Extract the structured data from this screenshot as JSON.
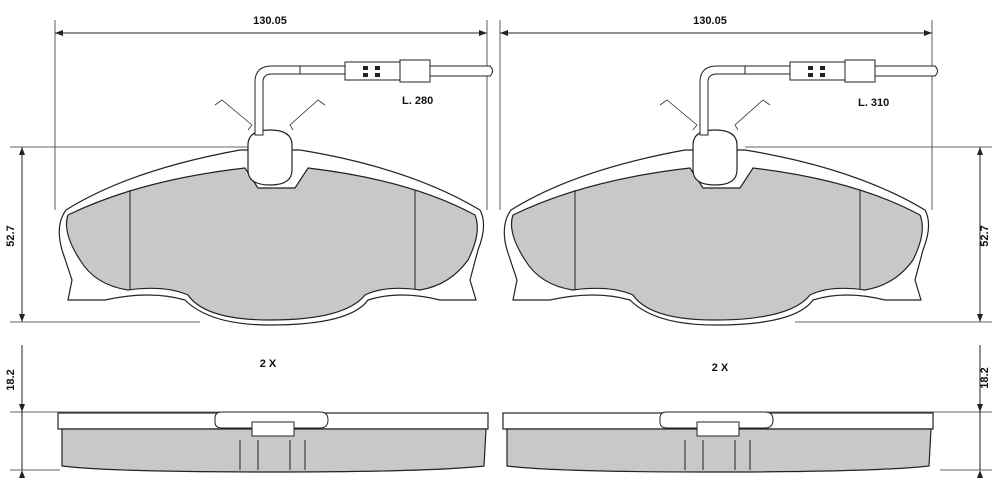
{
  "left_view": {
    "width_dim": "130.05",
    "height_dim": "52.7",
    "wire_length": "L. 280",
    "thickness_dim": "18.2",
    "quantity": "2 X"
  },
  "right_view": {
    "width_dim": "130.05",
    "height_dim": "52.7",
    "wire_length": "L. 310",
    "thickness_dim": "18.2",
    "quantity": "2 X"
  }
}
